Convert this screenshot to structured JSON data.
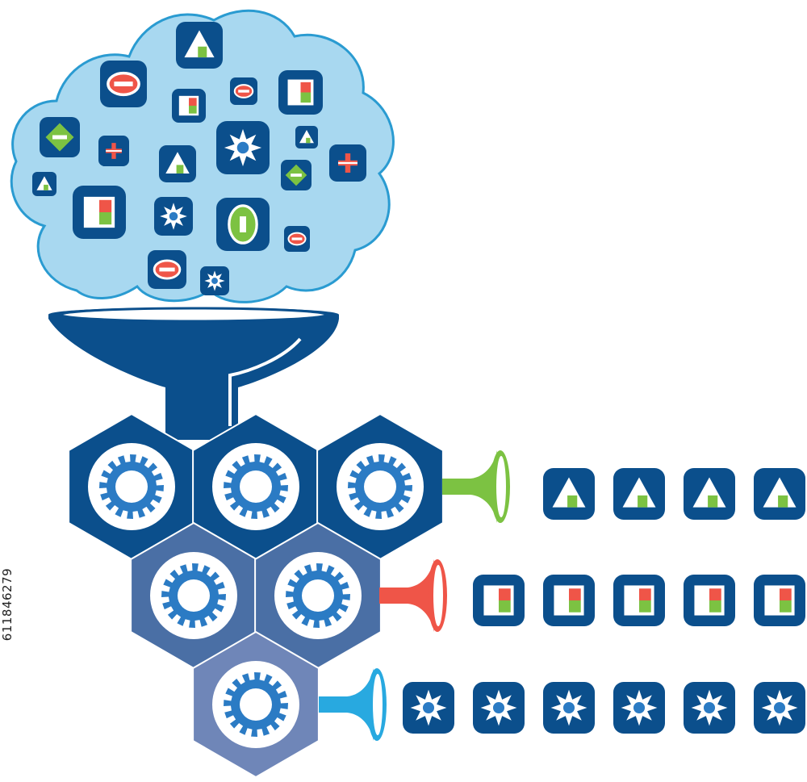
{
  "stock_id": "611846279",
  "colors": {
    "dark_blue": "#0b4f8c",
    "cloud_fill": "#a8d8f0",
    "cloud_stroke": "#2a9bd1",
    "hex_mid": "#4a6fa5",
    "hex_light": "#6f86b8",
    "gear": "#2b7bc4",
    "green": "#7cc242",
    "red": "#ef5548",
    "cyan": "#28a9e0",
    "white": "#ffffff"
  },
  "cloud_icons": [
    "triangle-icon",
    "minus-icon",
    "minus-icon",
    "grid-icon",
    "grid-icon",
    "diamond-icon",
    "plus-icon",
    "triangle-icon",
    "star-icon",
    "triangle-icon",
    "diamond-icon",
    "plus-icon",
    "triangle-icon",
    "grid-icon",
    "star-icon",
    "oval-icon",
    "minus-icon",
    "minus-icon",
    "star-icon"
  ],
  "output_rows": [
    {
      "color": "green",
      "icon": "triangle-icon",
      "count": 4
    },
    {
      "color": "red",
      "icon": "grid-icon",
      "count": 5
    },
    {
      "color": "cyan",
      "icon": "star-icon",
      "count": 6
    }
  ]
}
